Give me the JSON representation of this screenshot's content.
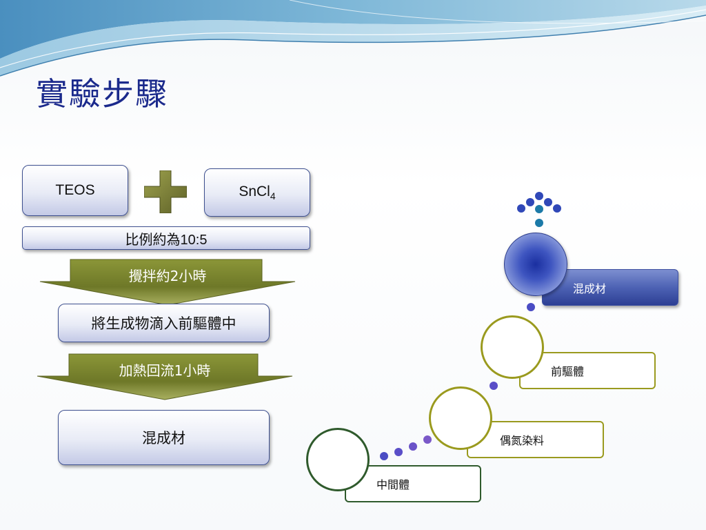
{
  "slide": {
    "title": "實驗步驟"
  },
  "flow": {
    "reactant_a": "TEOS",
    "reactant_b_main": "SnCl",
    "reactant_b_sub": "4",
    "ratio": "比例約為10:5",
    "step1": "攪拌約2小時",
    "intermediate": "將生成物滴入前驅體中",
    "step2": "加熱回流1小時",
    "product": "混成材"
  },
  "progression": {
    "stages": [
      "中間體",
      "偶氮染料",
      "前驅體",
      "混成材"
    ]
  },
  "colors": {
    "title": "#1b2a8c",
    "arrow": "#7e8a2e",
    "plus": "#7b7f35",
    "stage_green": "#2f5a2c",
    "stage_olive": "#9a9a1e",
    "stage_blue": "#3b4ea0",
    "dots": "#5b4ec4"
  }
}
